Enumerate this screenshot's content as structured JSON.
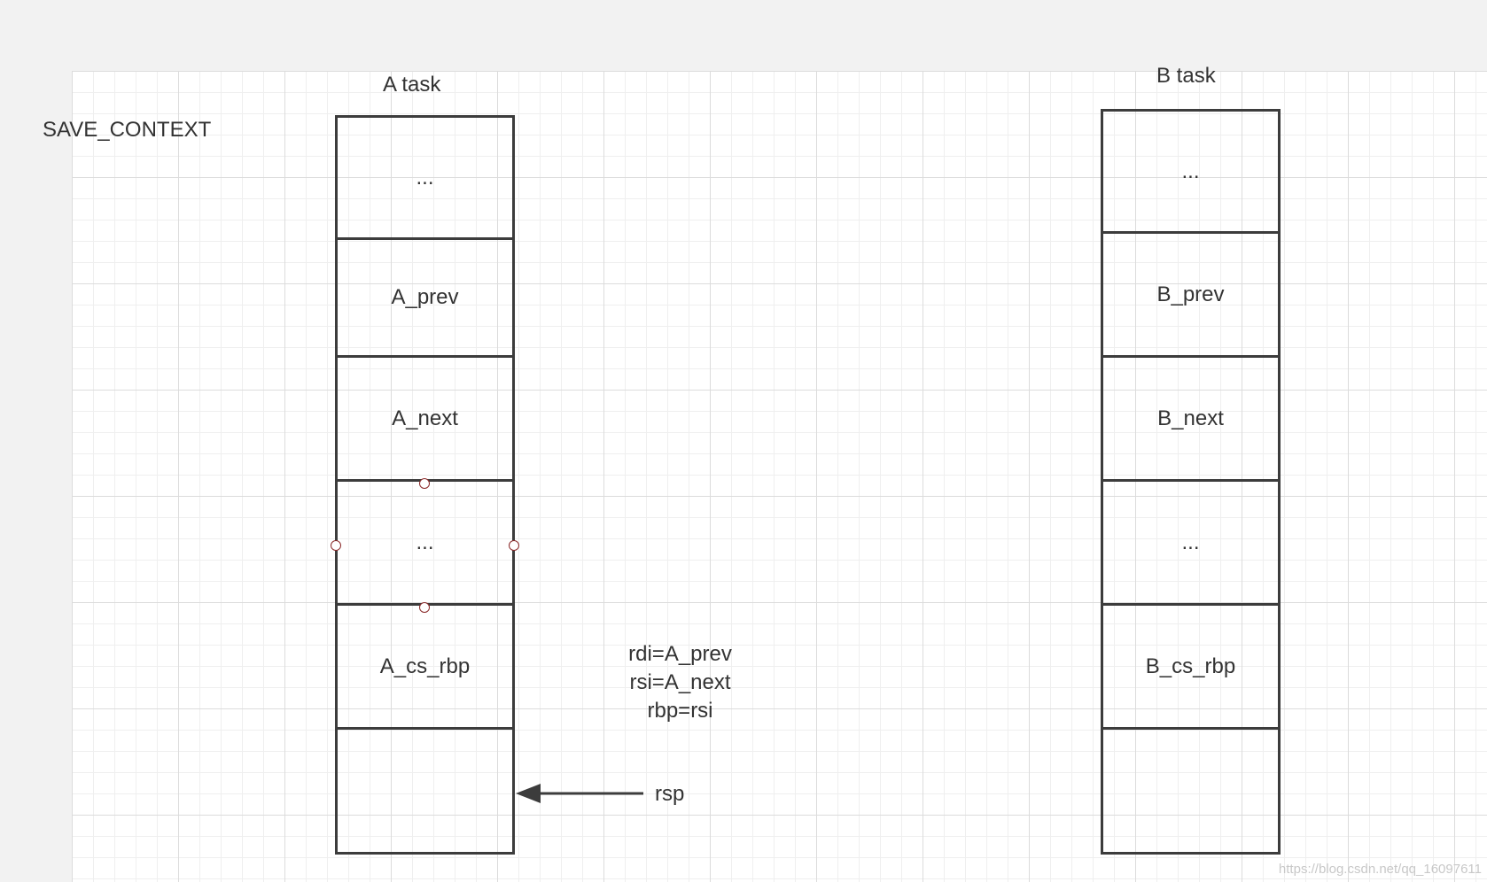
{
  "diagram": {
    "section_label": "SAVE_CONTEXT",
    "stack_a": {
      "title": "A task",
      "cells": [
        "...",
        "A_prev",
        "A_next",
        "...",
        "A_cs_rbp",
        ""
      ]
    },
    "stack_b": {
      "title": "B task",
      "cells": [
        "...",
        "B_prev",
        "B_next",
        "...",
        "B_cs_rbp",
        ""
      ]
    },
    "registers": [
      "rdi=A_prev",
      "rsi=A_next",
      "rbp=rsi"
    ],
    "pointer_label": "rsp",
    "watermark": "https://blog.csdn.net/qq_16097611"
  }
}
